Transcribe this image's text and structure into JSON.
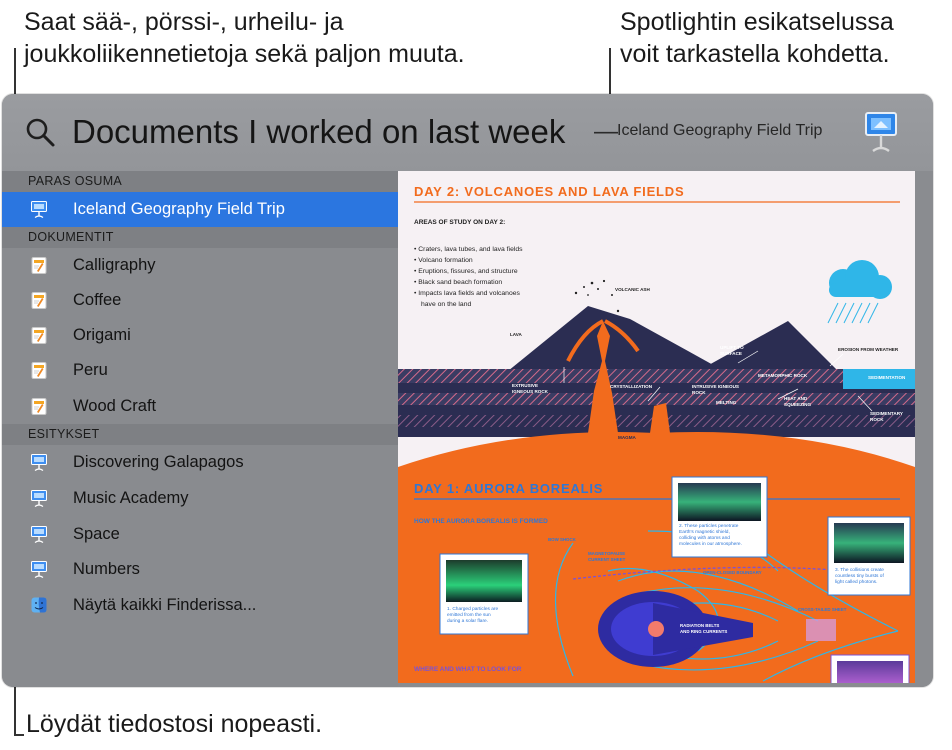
{
  "callouts": {
    "top_left": "Saat sää-, pörssi-, urheilu- ja\njoukkoliikennetietoja sekä paljon muuta.",
    "top_right": "Spotlightin esikatselussa\nvoit tarkastella kohdetta.",
    "bottom_left": "Löydät tiedostosi nopeasti."
  },
  "search": {
    "query": "Documents I worked on last week",
    "separator": "—",
    "hint": "Iceland Geography Field Trip"
  },
  "sections": {
    "top_hit": "PARAS OSUMA",
    "documents": "DOKUMENTIT",
    "presentations": "ESITYKSET"
  },
  "results": {
    "top_hit": {
      "label": "Iceland Geography Field Trip",
      "icon": "keynote-icon",
      "selected": true
    },
    "documents": [
      {
        "label": "Calligraphy",
        "icon": "pages-icon"
      },
      {
        "label": "Coffee",
        "icon": "pages-icon"
      },
      {
        "label": "Origami",
        "icon": "pages-icon"
      },
      {
        "label": "Peru",
        "icon": "pages-icon"
      },
      {
        "label": "Wood Craft",
        "icon": "pages-icon"
      }
    ],
    "presentations": [
      {
        "label": "Discovering Galapagos",
        "icon": "keynote-icon"
      },
      {
        "label": "Music Academy",
        "icon": "keynote-icon"
      },
      {
        "label": "Space",
        "icon": "keynote-icon"
      },
      {
        "label": "Numbers",
        "icon": "keynote-icon"
      }
    ],
    "finder": {
      "label": "Näytä kaikki Finderissa...",
      "icon": "finder-icon"
    }
  },
  "preview_doc": {
    "day2_title": "DAY 2: VOLCANOES AND LAVA FIELDS",
    "areas_heading": "AREAS OF STUDY ON DAY 2:",
    "bullets": [
      "• Craters, lava tubes, and lava fields",
      "• Volcano formation",
      "• Eruptions, fissures, and structure",
      "• Black sand beach formation",
      "• Impacts lava fields and volcanoes",
      "have on the land"
    ],
    "volcano_labels": {
      "volcanic_ash": "VOLCANIC ASH",
      "lava": "LAVA",
      "uplift_1": "UPLIFT TO",
      "uplift_2": "SURFACE",
      "erosion": "EROSION FROM WEATHER",
      "metamorphic": "METAMORPHIC ROCK",
      "sedimentation": "SEDIMENTATION",
      "extrusive_1": "EXTRUSIVE",
      "extrusive_2": "IGNEOUS ROCK",
      "crystallization": "CRYSTALLIZATION",
      "intrusive_1": "INTRUSIVE IGNEOUS",
      "intrusive_2": "ROCK",
      "melting": "MELTING",
      "heat_1": "HEAT AND",
      "heat_2": "SQUEEZING",
      "sedimentary_1": "SEDIMENTARY",
      "sedimentary_2": "ROCK",
      "magma": "MAGMA"
    },
    "day1_title": "DAY 1: AURORA BOREALIS",
    "aurora_subtitle": "HOW THE AURORA BOREALIS IS FORMED",
    "aurora_labels": {
      "bow_shock": "BOW SHOCK",
      "magnetopause_1": "MAGNETOPAUSE",
      "magnetopause_2": "CURRENT SHEET",
      "open_closed": "OPEN-CLOSED BOUNDARY",
      "cross_tailed": "CROSS-TAILED SHEET",
      "radiation_1": "RADIATION BELTS",
      "radiation_2": "AND RING CURRENTS"
    },
    "notes": {
      "n1": [
        "1. Charged particles are",
        "emitted from the sun",
        "during a solar flare."
      ],
      "n2": [
        "2. These particles penetrate",
        "Earth's magnetic shield,",
        "colliding with atoms and",
        "molecules in our atmosphere."
      ],
      "n3": [
        "3. The collisions create",
        "countless tiny bursts of",
        "light called photons."
      ]
    },
    "where_heading": "WHERE AND WHAT TO LOOK FOR"
  },
  "colors": {
    "selection": "#2b76e0",
    "accent_orange": "#f26b1d",
    "accent_blue": "#2f77d6",
    "navy": "#2b2d52"
  }
}
